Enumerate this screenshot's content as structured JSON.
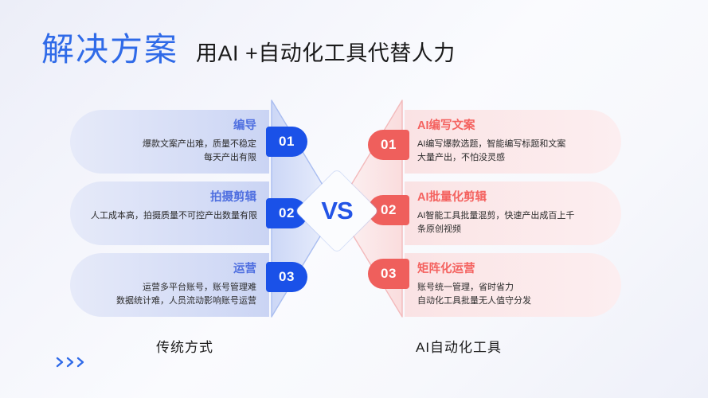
{
  "header": {
    "title_main": "解决方案",
    "title_sub": "用AI +自动化工具代替人力"
  },
  "center": {
    "vs_label": "VS"
  },
  "left_column": {
    "footer_label": "传统方式",
    "accent_color": "#4f6fe0",
    "badge_color": "#1a51e8",
    "items": [
      {
        "number": "01",
        "title": "编导",
        "line1": "爆款文案产出难，质量不稳定",
        "line2": "每天产出有限"
      },
      {
        "number": "02",
        "title": "拍摄剪辑",
        "line1": "人工成本高，拍摄质量不可控产出数量有限",
        "line2": ""
      },
      {
        "number": "03",
        "title": "运营",
        "line1": "运营多平台账号，账号管理难",
        "line2": "数据统计难，人员流动影响账号运营"
      }
    ]
  },
  "right_column": {
    "footer_label": "AI自动化工具",
    "accent_color": "#f4625f",
    "badge_color": "#ef5f5c",
    "items": [
      {
        "number": "01",
        "title": "AI编写文案",
        "line1": "AI编写爆款选题，智能编写标题和文案",
        "line2": "大量产出，不怕没灵感"
      },
      {
        "number": "02",
        "title": "AI批量化剪辑",
        "line1": "AI智能工具批量混剪，快速产出成百上千",
        "line2": "条原创视频"
      },
      {
        "number": "03",
        "title": "矩阵化运营",
        "line1": "账号统一管理，省时省力",
        "line2": "自动化工具批量无人值守分发"
      }
    ]
  },
  "decor": {
    "chevron_icon": "chevrons-right-icon",
    "chevron_color": "#2f6ae8"
  }
}
